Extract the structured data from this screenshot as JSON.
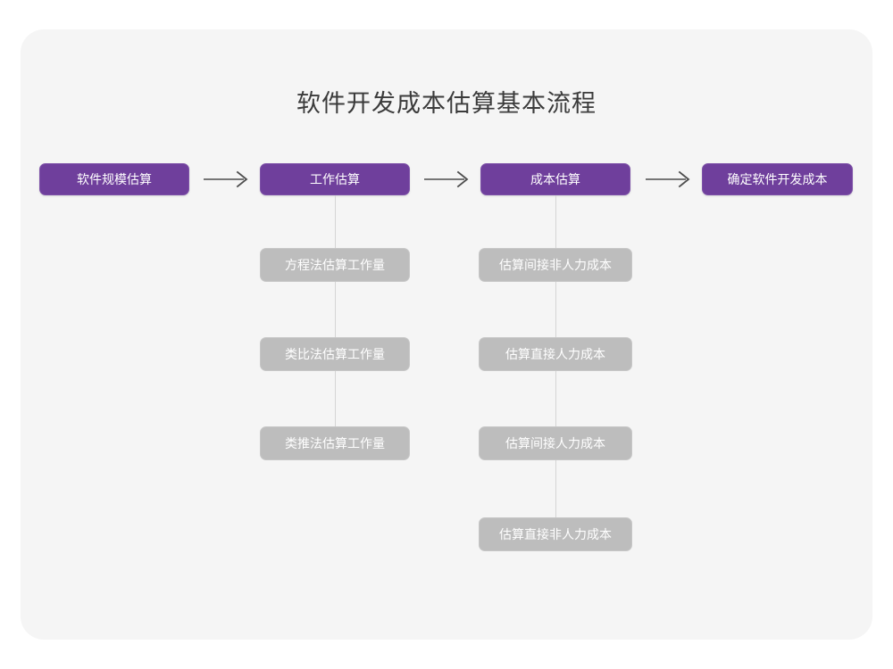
{
  "page": {
    "title": "软件开发成本估算基本流程",
    "background_color": "#ffffff",
    "card_color": "#f5f5f5"
  },
  "theme": {
    "stage_color": "#6f3f9c",
    "substep_color": "#bdbdbd",
    "connector_color": "#d5d5d5",
    "arrow_color": "#4d4d4d",
    "title_color": "#3b3b3b"
  },
  "flow": {
    "stages": [
      {
        "label": "软件规模估算"
      },
      {
        "label": "工作估算"
      },
      {
        "label": "成本估算"
      },
      {
        "label": "确定软件开发成本"
      }
    ],
    "arrows": [
      {
        "name": "arrow-1",
        "glyph": "⟶"
      },
      {
        "name": "arrow-2",
        "glyph": "⟶"
      },
      {
        "name": "arrow-3",
        "glyph": "⟶"
      }
    ],
    "branches": [
      {
        "parent": "工作估算",
        "items": [
          {
            "label": "方程法估算工作量"
          },
          {
            "label": "类比法估算工作量"
          },
          {
            "label": "类推法估算工作量"
          }
        ]
      },
      {
        "parent": "成本估算",
        "items": [
          {
            "label": "估算间接非人力成本"
          },
          {
            "label": "估算直接人力成本"
          },
          {
            "label": "估算间接人力成本"
          },
          {
            "label": "估算直接非人力成本"
          }
        ]
      }
    ]
  }
}
